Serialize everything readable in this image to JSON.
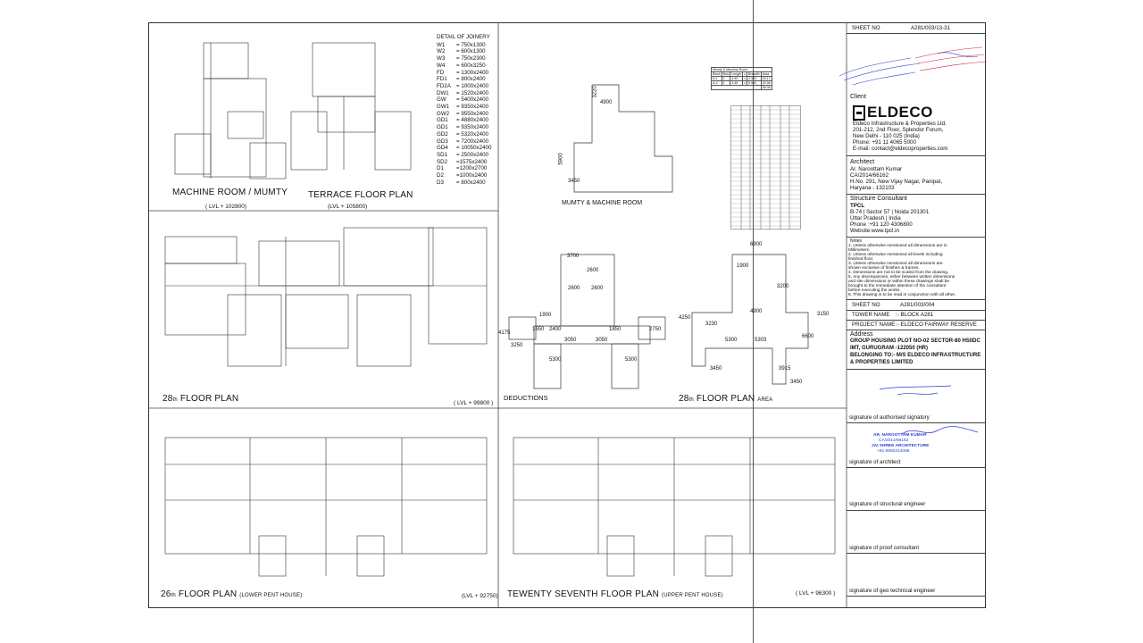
{
  "sheet": {
    "joinery": {
      "heading": "DETAIL OF JOINERY",
      "items": [
        {
          "code": "W1",
          "size": "= 750x1300"
        },
        {
          "code": "W2",
          "size": "= 600x1300"
        },
        {
          "code": "W3",
          "size": "= 750x2300"
        },
        {
          "code": "W4",
          "size": "= 600x3250"
        },
        {
          "code": "FD",
          "size": "= 1300x2400"
        },
        {
          "code": "FD1",
          "size": "= 800x2400"
        },
        {
          "code": "FD2A",
          "size": "= 1000x2400"
        },
        {
          "code": "DW1",
          "size": "= 1520x2400"
        },
        {
          "code": "GW",
          "size": "= 5400x2400"
        },
        {
          "code": "GW1",
          "size": "= 9350x2400"
        },
        {
          "code": "GW2",
          "size": "= 9550x2400"
        },
        {
          "code": "GD1",
          "size": "= 4880x2400"
        },
        {
          "code": "GD1",
          "size": "= 9350x2400"
        },
        {
          "code": "GD2",
          "size": "= 5320x2400"
        },
        {
          "code": "GD3",
          "size": "= 7200x2400"
        },
        {
          "code": "GD4",
          "size": "= 10050x2400"
        },
        {
          "code": "SD1",
          "size": "= 2500x2400"
        },
        {
          "code": "SD2",
          "size": "=1575x2400"
        },
        {
          "code": "D1",
          "size": "=1200x2700"
        },
        {
          "code": "D2",
          "size": "=1000x2400"
        },
        {
          "code": "D3",
          "size": "= 800x2400"
        }
      ]
    },
    "drawings": {
      "machine_room_title": "MACHINE ROOM / MUMTY",
      "machine_room_lvl": "( LVL + 102800)",
      "terrace_title": "TERRACE FLOOR PLAN",
      "terrace_lvl": "(LVL + 105800)",
      "mumty_title": "MUMTY & MACHINE ROOM",
      "floor28_prefix": "28",
      "floor28_suffix": "th",
      "floor28_title": " FLOOR PLAN",
      "floor28_lvl": "( LVL + 99800 )",
      "deductions_title": "DEDUCTIONS",
      "floor28_area_title": " FLOOR PLAN",
      "floor28_area_sub": "AREA",
      "floor26_prefix": "26",
      "floor26_suffix": "th",
      "floor26_title": " FLOOR PLAN",
      "floor26_sub": "(LOWER PENT HOUSE)",
      "floor26_lvl": "(LVL + 92750)",
      "floor27_title": "TEWENTY SEVENTH  FLOOR PLAN",
      "floor27_sub": "(UPPER PENT HOUSE)",
      "floor27_lvl": "( LVL + 96300 )"
    },
    "dimensions": {
      "mumty": [
        "4900",
        "3220",
        "5900",
        "3450"
      ],
      "deductions": [
        "3700",
        "2600",
        "2600",
        "1850",
        "2400",
        "4175",
        "1650",
        "2750",
        "3050",
        "3050",
        "5300",
        "5300",
        "3250",
        "2600",
        "1900"
      ],
      "area": [
        "6900",
        "3200",
        "4900",
        "3150",
        "3230",
        "4250",
        "5300",
        "5303",
        "6600",
        "3450",
        "3450",
        "3915",
        "1900"
      ]
    },
    "mumty_table": {
      "title": "Mumty & Machine Room",
      "headers": [
        "Block",
        "Nos",
        "Length",
        "x",
        "Breadth",
        "Area"
      ],
      "rows": [
        [
          "A-1",
          "1",
          "4.90",
          "x",
          "3.300",
          "16.17"
        ],
        [
          "A-2",
          "1",
          "3.45",
          "x",
          "5.900",
          "20.36"
        ]
      ],
      "total": "36.08"
    },
    "title_block": {
      "sheet_no_label": "SHEET NO",
      "sheet_no_value": "A281/003/13-31",
      "client_label": "Client",
      "company_name": "ELDECO",
      "client_lines": [
        "Eldeco Infrastructure & Properties Ltd.",
        "201-212, 2nd Floor, Splendor Forum,",
        "New Delhi - 110 025 (India)",
        "Phone: +91 11 4065 5000",
        "E-mail: contact@eldecoproperties.com"
      ],
      "architect_label": "Architect",
      "architect_lines": [
        "Ar. Naroottam Kumar",
        "CA/2014/66162",
        "H.No. 291, New Vijay Nagar, Panipat,",
        "Haryana - 132103"
      ],
      "structure_label": "Structure Consultant",
      "structure_lines": [
        "TPCL",
        "B-74 | Sector 57 | Noida 201301",
        "Uttar Pradesh | India",
        "Phone :+91 120 4306800",
        "Website:www.tpcl.in"
      ],
      "notes_label": "Notes",
      "notes": [
        "1.   Unless otherwise mentioned all dimensions are in",
        "      Millimeters.",
        "2.   Unless otherwise mentioned all levels including",
        "      finished floor.",
        "3.   Unless otherwise mentioned all dimensions are",
        "      shown exclusive of finishes & frames.",
        "4.   Dimensions are not to be scaled from the drawing.",
        "5.   Any discrepancies, either between written dimensions",
        "      and site dimensions or within these drawings shall be",
        "      brought to the immediate attention of the consultant",
        "      before executing the works.",
        "6.   This drawing is to be read in conjunction with all other."
      ],
      "sheet_no2_label": "SHEET NO",
      "sheet_no2_value": "A281/003/004",
      "tower_label": "TOWER NAME",
      "tower_value": ":-  BLOCK A281",
      "project_label": "PROJECT NAME",
      "project_value": ":-  ELDECO FAIRWAY RESERVE",
      "address_label": "Address",
      "address_lines": [
        "GROUP HOUSING PLOT NO-02 SECTOR-80 HSIIDC",
        "IMT, GURUGRAM -122050 (HR)",
        "BELONGING TO:-  M/S  ELDECO INFRASTRUCTURE",
        "& PROPERTIES LIMITED"
      ],
      "sig_authorised": "signature of authorised signatory",
      "sig_architect": "signature of architect",
      "sig_structural": "signature of structural engineer",
      "sig_proof": "signature of proof consultant",
      "sig_geo": "signature of geo technical engineer",
      "architect_stamp": [
        "AR. NAROOTTAM KUMAR",
        "CA/2014/66162",
        "JAI SHREE ARCHITECTURE",
        "+91-9992314086"
      ]
    }
  }
}
